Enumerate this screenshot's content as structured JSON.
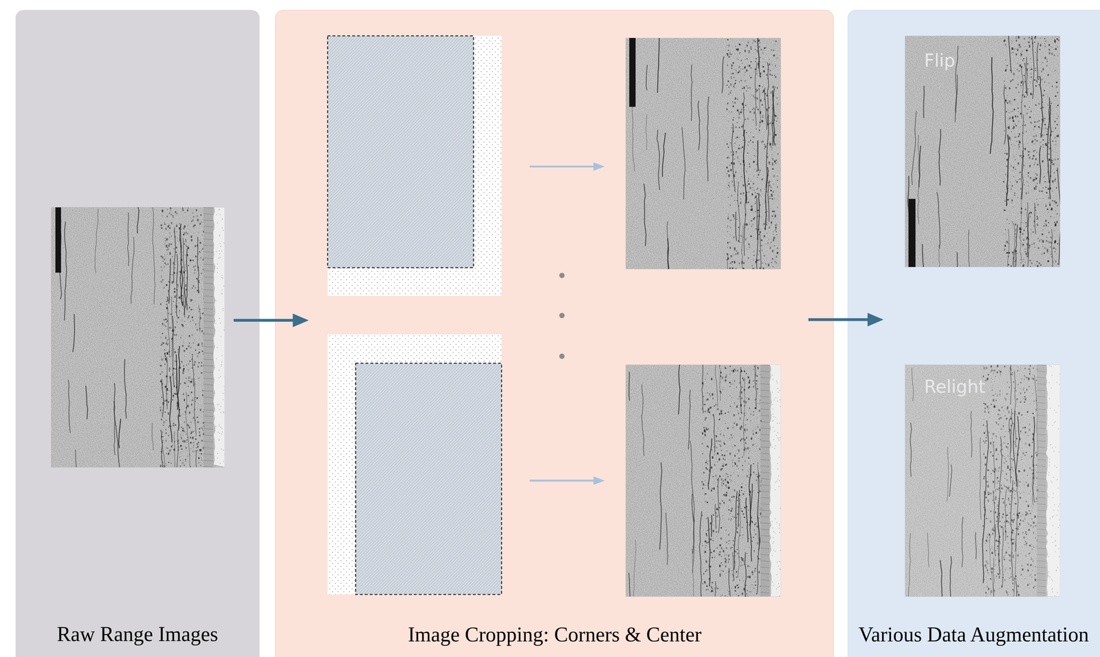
{
  "diagram": {
    "nodes": [
      {
        "text": [
          "Raw Range Images"
        ]
      },
      {
        "text": [
          "Image Cropping: Corners & Center"
        ]
      },
      {
        "text": [
          "Various Data Augmentation"
        ]
      },
      {
        "text": [
          "Flip"
        ],
        "in": 2
      },
      {
        "text": [
          "Relight"
        ],
        "in": 2
      }
    ],
    "edges": [
      {
        "from": 0,
        "to": 1,
        "arrow": "to"
      },
      {
        "from": 1,
        "to": 2,
        "arrow": "to"
      }
    ]
  }
}
